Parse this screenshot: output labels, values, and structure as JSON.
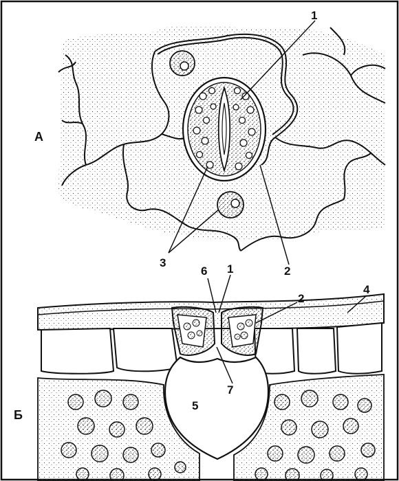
{
  "panels": {
    "top": "А",
    "bottom": "Б"
  },
  "labels": {
    "top_1": "1",
    "top_2": "2",
    "top_3": "3",
    "bottom_1": "1",
    "bottom_2": "2",
    "bottom_4": "4",
    "bottom_5": "5",
    "bottom_6": "6",
    "bottom_7": "7"
  }
}
